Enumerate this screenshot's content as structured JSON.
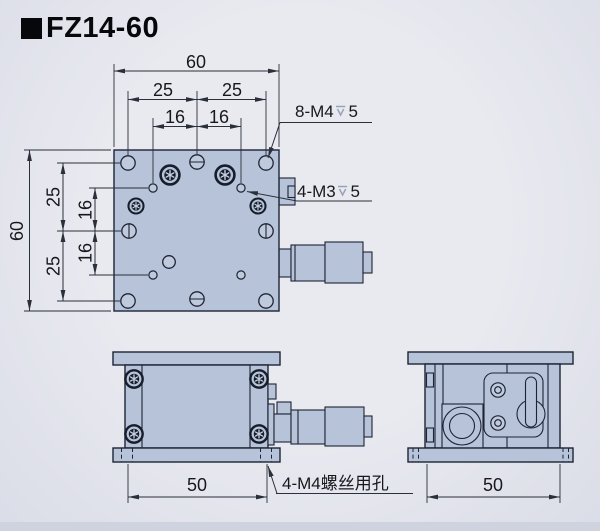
{
  "title": "FZ14-60",
  "colors": {
    "background": "#e6e8ef",
    "background_edge": "#d8dbe6",
    "part_fill": "#b7c3d9",
    "outline": "#1d2435",
    "dimension_line": "#2a2f3a",
    "text": "#16181d",
    "depth_symbol": "#98a3b8"
  },
  "top_view": {
    "dim_total_width": "60",
    "dim_left_span": "25",
    "dim_right_span": "25",
    "dim_inner_left_span": "16",
    "dim_inner_right_span": "16",
    "dim_total_height": "60",
    "dim_top_span": "25",
    "dim_bottom_span": "25",
    "dim_inner_top_span": "16",
    "dim_inner_bottom_span": "16",
    "callout_m4": {
      "thread": "8-M4",
      "depth": "5"
    },
    "callout_m3": {
      "thread": "4-M3",
      "depth": "5"
    }
  },
  "front_view": {
    "dim_mount_hole_spacing": "50",
    "callout_base_holes": "4-M4螺丝用孔"
  },
  "side_view": {
    "dim_body_depth": "50"
  }
}
